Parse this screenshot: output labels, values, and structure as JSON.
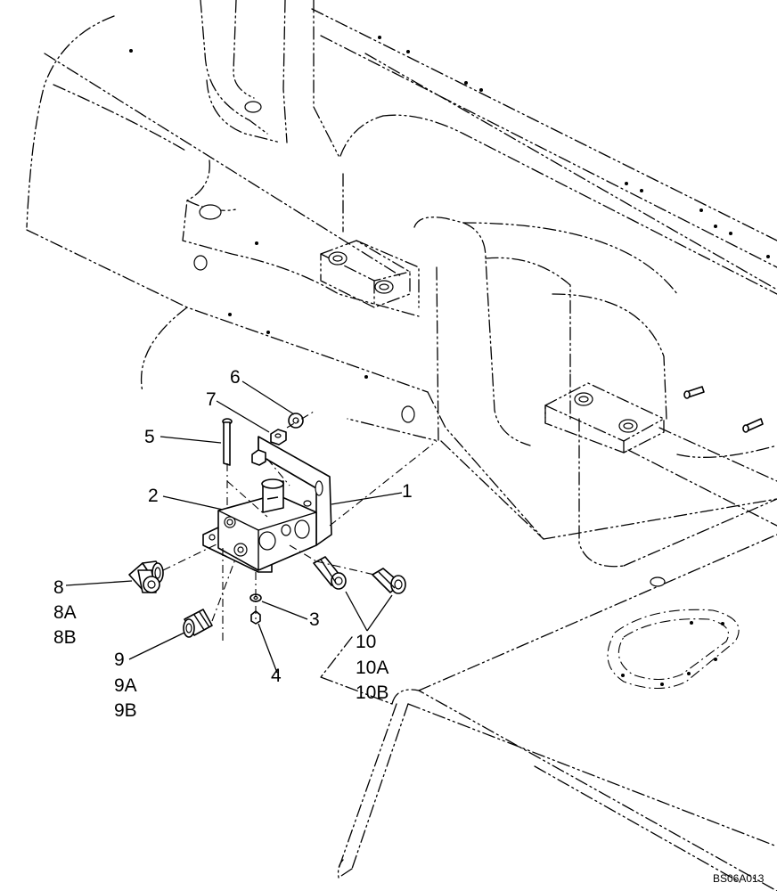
{
  "callouts": {
    "c1": "1",
    "c2": "2",
    "c3": "3",
    "c4": "4",
    "c5": "5",
    "c6": "6",
    "c7": "7",
    "c8": "8",
    "c8a": "8A",
    "c8b": "8B",
    "c9": "9",
    "c9a": "9A",
    "c9b": "9B",
    "c10": "10",
    "c10a": "10A",
    "c10b": "10B"
  },
  "drawing_ref": "BS06A013"
}
